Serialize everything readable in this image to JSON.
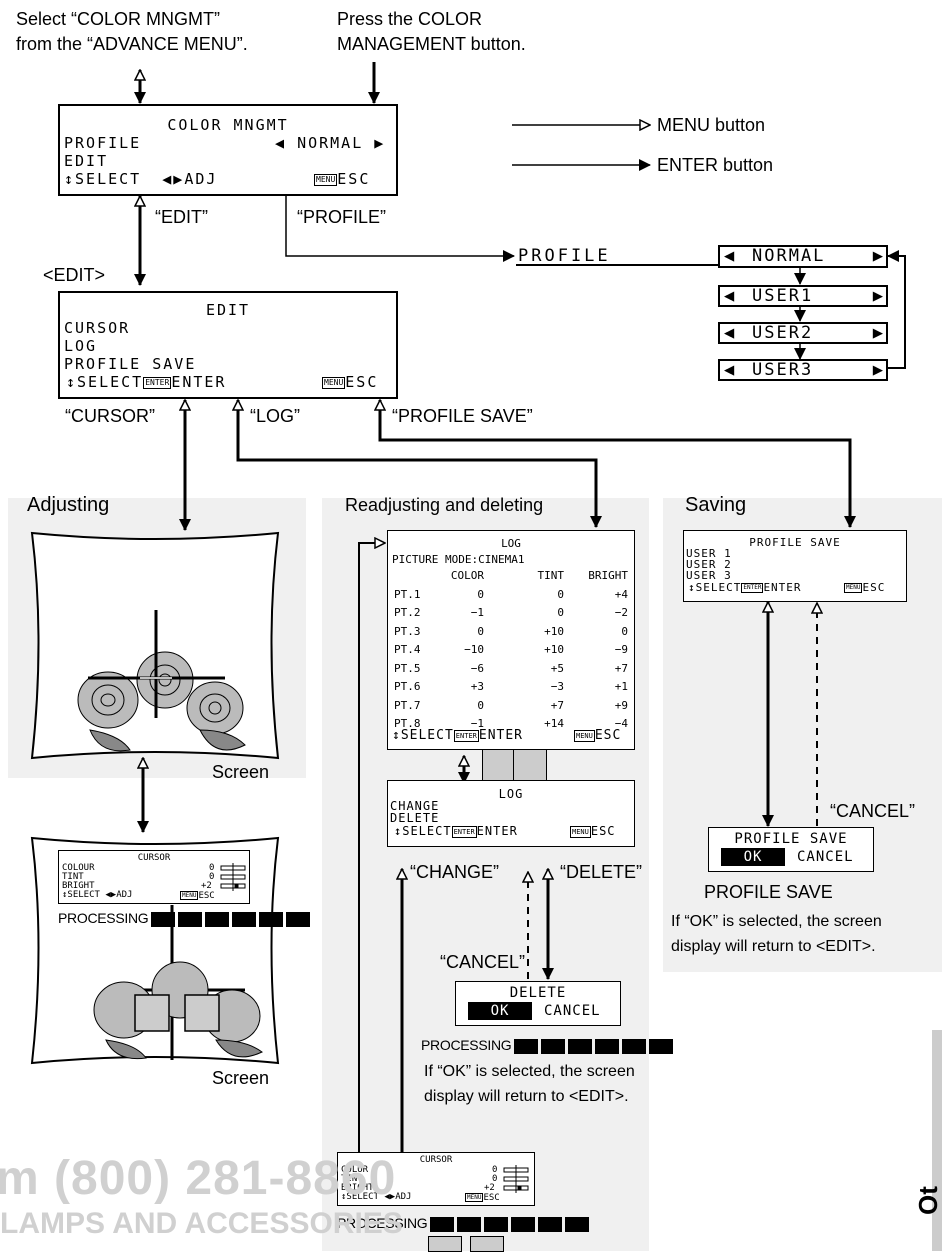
{
  "instructions": {
    "select": [
      "Select “COLOR MNGMT”",
      "from the “ADVANCE MENU”."
    ],
    "press": [
      "Press the COLOR",
      "MANAGEMENT button."
    ]
  },
  "legend": {
    "menu": "MENU button",
    "enter": "ENTER button"
  },
  "main_osd": {
    "title": "COLOR MNGMT",
    "row1_label": "PROFILE",
    "row1_value": "NORMAL",
    "row2": "EDIT",
    "footer_select": "SELECT",
    "footer_adj": "ADJ",
    "footer_esc": "ESC"
  },
  "keys": {
    "menu": "MENU",
    "enter": "ENTER"
  },
  "arrow_labels": {
    "edit": "“EDIT”",
    "profile": "“PROFILE”",
    "edit_heading": "<EDIT>",
    "cursor": "“CURSOR”",
    "log": "“LOG”",
    "profile_save": "“PROFILE SAVE”",
    "change": "“CHANGE”",
    "delete": "“DELETE”",
    "cancel_log": "“CANCEL”",
    "cancel_save": "“CANCEL”"
  },
  "profile_strip": {
    "label": "PROFILE",
    "options": [
      "NORMAL",
      "USER1",
      "USER2",
      "USER3"
    ]
  },
  "edit_osd": {
    "title": "EDIT",
    "items": [
      "CURSOR",
      "LOG",
      "PROFILE SAVE"
    ],
    "footer_select": "SELECT",
    "footer_enter": "ENTER",
    "footer_esc": "ESC"
  },
  "sections": {
    "adjusting": "Adjusting",
    "readjusting": "Readjusting and deleting",
    "saving": "Saving"
  },
  "screen_label": "Screen",
  "cursor_osd": {
    "title": "CURSOR",
    "rows": [
      {
        "label": "COLOUR",
        "value": "0"
      },
      {
        "label": "TINT",
        "value": "0"
      },
      {
        "label": "BRIGHT",
        "value": "+2"
      }
    ],
    "footer_select": "SELECT",
    "footer_adj": "ADJ",
    "footer_esc": "ESC"
  },
  "cursor_osd_bottom": {
    "title": "CURSOR",
    "rows": [
      {
        "label": "COLOR",
        "value": "0"
      },
      {
        "label": "TINT",
        "value": "0"
      },
      {
        "label": "BRIGHT",
        "value": "+2"
      }
    ]
  },
  "processing": "PROCESSING",
  "log_osd": {
    "title": "LOG",
    "mode": "PICTURE MODE:CINEMA1",
    "headers": [
      "COLOR",
      "TINT",
      "BRIGHT"
    ],
    "rows": [
      [
        "PT.1",
        "0",
        "0",
        "+4"
      ],
      [
        "PT.2",
        "−1",
        "0",
        "−2"
      ],
      [
        "PT.3",
        "0",
        "+10",
        "0"
      ],
      [
        "PT.4",
        "−10",
        "+10",
        "−9"
      ],
      [
        "PT.5",
        "−6",
        "+5",
        "+7"
      ],
      [
        "PT.6",
        "+3",
        "−3",
        "+1"
      ],
      [
        "PT.7",
        "0",
        "+7",
        "+9"
      ],
      [
        "PT.8",
        "−1",
        "+14",
        "−4"
      ]
    ],
    "footer_select": "SELECT",
    "footer_enter": "ENTER",
    "footer_esc": "ESC"
  },
  "log_menu_osd": {
    "title": "LOG",
    "items": [
      "CHANGE",
      "DELETE"
    ],
    "footer_select": "SELECT",
    "footer_enter": "ENTER",
    "footer_esc": "ESC"
  },
  "delete_confirm": {
    "title": "DELETE",
    "ok": "OK",
    "cancel": "CANCEL"
  },
  "delete_note": [
    "If “OK” is selected, the screen",
    "display will return to <EDIT>."
  ],
  "profile_save_osd": {
    "title": "PROFILE SAVE",
    "items": [
      "USER 1",
      "USER 2",
      "USER 3"
    ],
    "footer_select": "SELECT",
    "footer_enter": "ENTER",
    "footer_esc": "ESC"
  },
  "save_confirm": {
    "title": "PROFILE SAVE",
    "ok": "OK",
    "cancel": "CANCEL",
    "caption": "PROFILE SAVE"
  },
  "save_note": [
    "If “OK” is selected, the screen",
    "display will return to <EDIT>."
  ],
  "watermark": {
    "phone": "m (800) 281-8860",
    "tagline": "LAMPS AND ACCESSORIES"
  },
  "side_tab": "Ot",
  "colors": {
    "panel": "#f0f0f0",
    "gray_square": "#cccccc",
    "watermark": "#d0d0d0"
  }
}
